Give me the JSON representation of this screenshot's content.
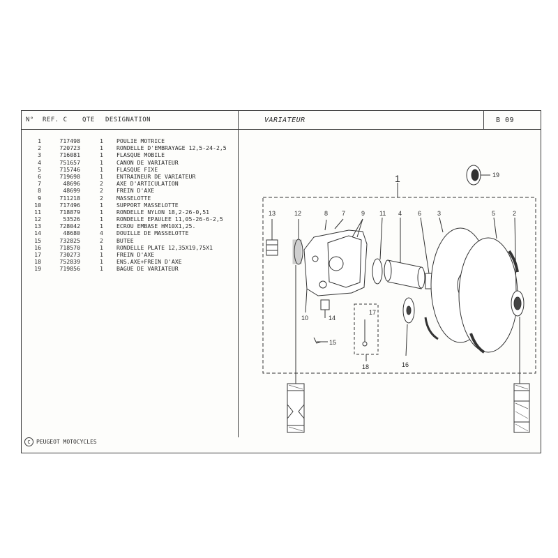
{
  "header": {
    "col_no": "N°",
    "col_ref": "REF. C",
    "col_qty": "QTE",
    "col_designation": "DESIGNATION",
    "title": "VARIATEUR",
    "page_code": "B 09"
  },
  "parts": [
    {
      "no": "1",
      "ref": "717498",
      "qty": "1",
      "designation": "POULIE MOTRICE"
    },
    {
      "no": "2",
      "ref": "720723",
      "qty": "1",
      "designation": "RONDELLE D'EMBRAYAGE 12,5-24-2,5"
    },
    {
      "no": "3",
      "ref": "716081",
      "qty": "1",
      "designation": "FLASQUE MOBILE"
    },
    {
      "no": "4",
      "ref": "751657",
      "qty": "1",
      "designation": "CANON DE VARIATEUR"
    },
    {
      "no": "5",
      "ref": "715746",
      "qty": "1",
      "designation": "FLASQUE FIXE"
    },
    {
      "no": "6",
      "ref": "719698",
      "qty": "1",
      "designation": "ENTRAINEUR DE VARIATEUR"
    },
    {
      "no": "7",
      "ref": "48696",
      "qty": "2",
      "designation": "AXE D'ARTICULATION"
    },
    {
      "no": "8",
      "ref": "48699",
      "qty": "2",
      "designation": "FREIN D'AXE"
    },
    {
      "no": "9",
      "ref": "711218",
      "qty": "2",
      "designation": "MASSELOTTE"
    },
    {
      "no": "10",
      "ref": "717496",
      "qty": "1",
      "designation": "SUPPORT MASSELOTTE"
    },
    {
      "no": "11",
      "ref": "718879",
      "qty": "1",
      "designation": "RONDELLE NYLON 18,2-26-0,51"
    },
    {
      "no": "12",
      "ref": "53526",
      "qty": "1",
      "designation": "RONDELLE EPAULEE 11,05-26-6-2,5"
    },
    {
      "no": "13",
      "ref": "728042",
      "qty": "1",
      "designation": "ECROU EMBASE HM10X1,25."
    },
    {
      "no": "14",
      "ref": "48680",
      "qty": "4",
      "designation": "DOUILLE DE MASSELOTTE"
    },
    {
      "no": "15",
      "ref": "732825",
      "qty": "2",
      "designation": "BUTEE"
    },
    {
      "no": "16",
      "ref": "718570",
      "qty": "1",
      "designation": "RONDELLE PLATE 12,35X19,75X1"
    },
    {
      "no": "17",
      "ref": "730273",
      "qty": "1",
      "designation": "FREIN D'AXE"
    },
    {
      "no": "18",
      "ref": "752839",
      "qty": "1",
      "designation": "ENS.AXE+FREIN D'AXE"
    },
    {
      "no": "19",
      "ref": "719856",
      "qty": "1",
      "designation": "BAGUE DE VARIATEUR"
    }
  ],
  "diagram": {
    "assembly_label": "1",
    "callouts": [
      "19",
      "13",
      "12",
      "8",
      "7",
      "9",
      "11",
      "4",
      "6",
      "3",
      "5",
      "2",
      "10",
      "14",
      "15",
      "17",
      "18",
      "16"
    ]
  },
  "footer": {
    "copyright_symbol": "C",
    "publisher": "PEUGEOT MOTOCYCLES"
  }
}
